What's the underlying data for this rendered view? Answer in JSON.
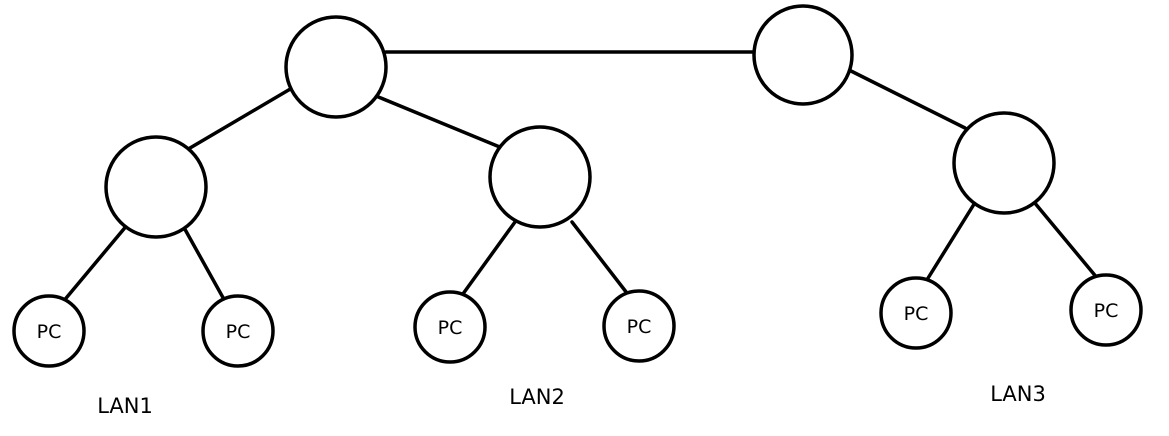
{
  "diagram": {
    "pcs": [
      {
        "label": "PC"
      },
      {
        "label": "PC"
      },
      {
        "label": "PC"
      },
      {
        "label": "PC"
      },
      {
        "label": "PC"
      },
      {
        "label": "PC"
      }
    ],
    "lans": [
      {
        "label": "LAN1"
      },
      {
        "label": "LAN2"
      },
      {
        "label": "LAN3"
      }
    ]
  }
}
